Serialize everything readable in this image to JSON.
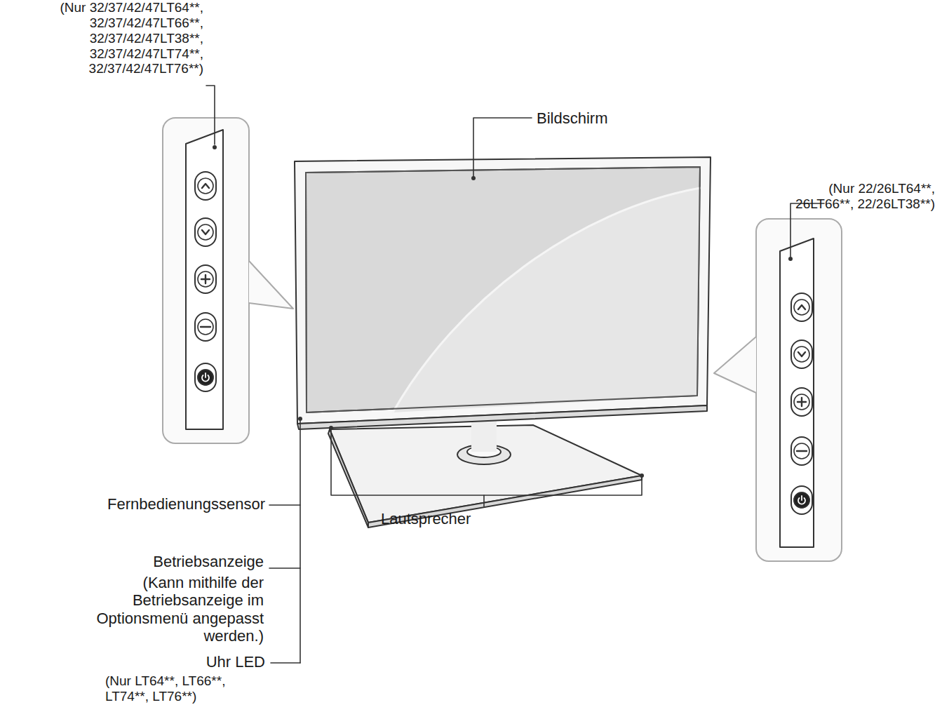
{
  "diagram": {
    "labels": [
      "(Nur 32/37/42/47LT64**, 32/37/42/47LT66**, 32/37/42/47LT38**, 32/37/42/47LT74**, 32/37/42/47LT76**)",
      "Bildschirm",
      "(Nur 22/26LT64**, 26LT66**, 22/26LT38**)",
      "Fernbedienungssensor",
      "Lautsprecher",
      "Betriebsanzeige",
      "(Kann mithilfe der Betriebsanzeige im Optionsmenü angepasst werden.)",
      "Uhr LED",
      "(Nur LT64**, LT66**, LT74**, LT76**)"
    ]
  }
}
